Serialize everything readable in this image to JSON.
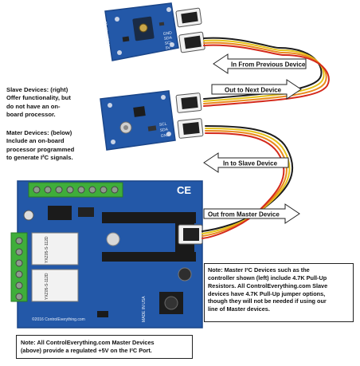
{
  "arrows": {
    "in_from_previous": "In From Previous Device",
    "out_to_next": "Out to Next Device",
    "in_to_slave": "In to Slave Device",
    "out_from_master": "Out from Master Device"
  },
  "slave_note": {
    "line1": "Slave Devices: (right)",
    "line2": "Offer functionality, but",
    "line3": "do not have an on-",
    "line4": "board processor."
  },
  "master_note": {
    "line1": "Mater Devices: (below)",
    "line2": "Include an on-board",
    "line3": "processor programmed",
    "line4": "to generate I²C signals."
  },
  "pullup_note": {
    "line1": "Note: Master I²C Devices such as the",
    "line2": "controller shown (left) include 4.7K Pull-Up",
    "line3": "Resistors.  All ControlEverything.com Slave",
    "line4": "devices have 4.7K Pull-Up jumper options,",
    "line5": "though they will not be needed if using our",
    "line6": "line of Master devices."
  },
  "power_note": {
    "line1": "Note:  All ControlEverything.com Master Devices",
    "line2": "(above) provide a regulated +5V on the I²C Port."
  },
  "board_labels": {
    "slave1_pins": [
      "GND",
      "SDA",
      "SCL",
      "5V"
    ],
    "slave2_pins": [
      "SCL",
      "SDA",
      "GND"
    ],
    "slave1_side": "PROXY 4A 18",
    "relay1": "YXZ05-S-112D",
    "relay2": "YXZ05-S-112D",
    "copyright": "©2016 ControlEverything.com",
    "made_in": "MADE IN USA",
    "logo": "CE"
  },
  "colors": {
    "pcb_blue": "#2358a8",
    "pcb_edge": "#1b4689",
    "terminal_green": "#3fae3a",
    "wire_red": "#d42a1c",
    "wire_orange": "#e98a1c",
    "wire_yellow": "#e4c21c",
    "wire_black": "#1d1d1d"
  }
}
